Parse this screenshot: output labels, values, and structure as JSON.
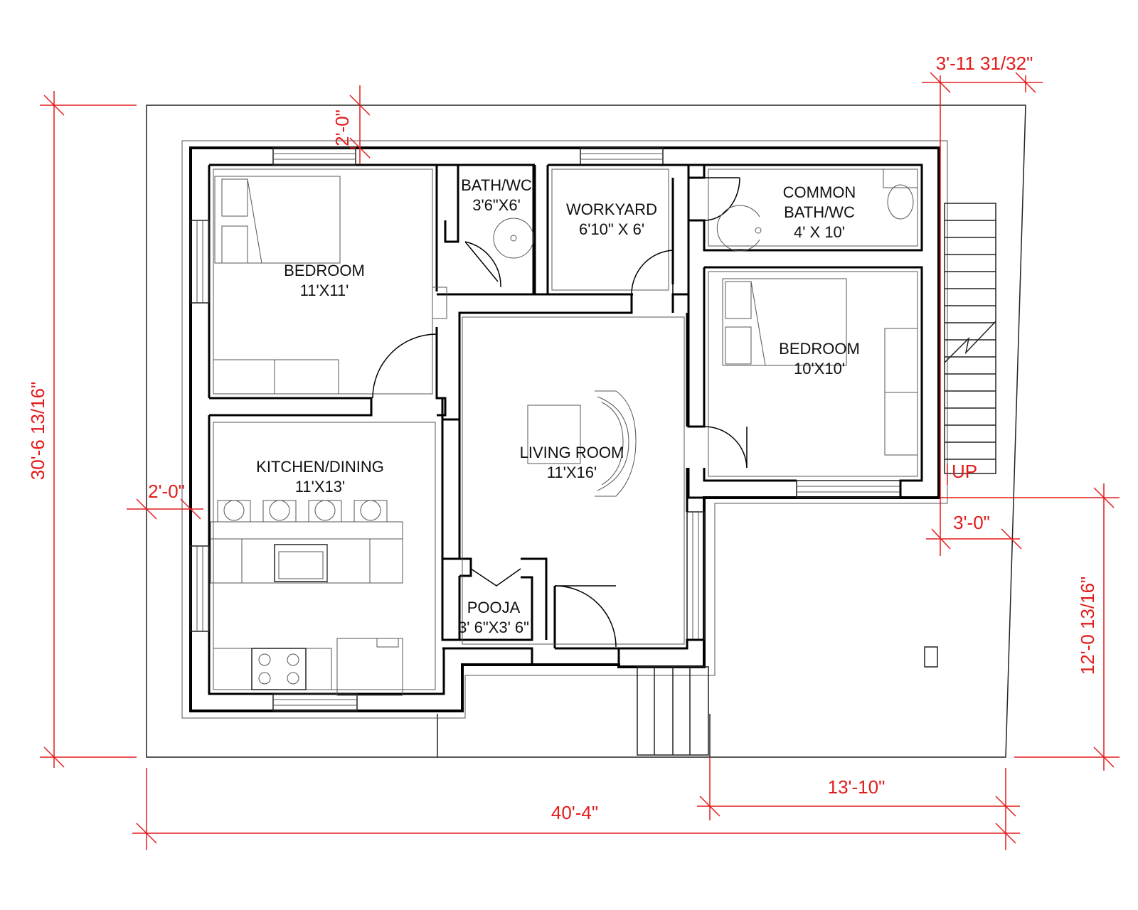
{
  "rooms": [
    {
      "id": "bedroom-1",
      "name": "BEDROOM",
      "size": "11'X11'"
    },
    {
      "id": "bath-wc",
      "name": "BATH/WC",
      "size": "3'6\"X6'"
    },
    {
      "id": "workyard",
      "name": "WORKYARD",
      "size": "6'10\" X 6'"
    },
    {
      "id": "common-bath",
      "name1": "COMMON",
      "name2": "BATH/WC",
      "size": "4' X 10'"
    },
    {
      "id": "bedroom-2",
      "name": "BEDROOM",
      "size": "10'X10'"
    },
    {
      "id": "kitchen",
      "name": "KITCHEN/DINING",
      "size": "11'X13'"
    },
    {
      "id": "living",
      "name": "LIVING ROOM",
      "size": "11'X16'"
    },
    {
      "id": "pooja",
      "name": "POOJA",
      "size": "3' 6\"X3' 6\""
    }
  ],
  "dimensions": {
    "left_total": "30'-6 13/16\"",
    "top_setback": "2'-0\"",
    "left_setback": "2'-0\"",
    "top_right": "3'-11 31/32\"",
    "right_setback": "3'-0\"",
    "right_lower": "12'-0 13/16\"",
    "bottom_right": "13'-10\"",
    "bottom_total": "40'-4\""
  },
  "stairs": {
    "label": "UP"
  },
  "colors": {
    "dimension": "#e31b1b",
    "wall": "#000000"
  }
}
